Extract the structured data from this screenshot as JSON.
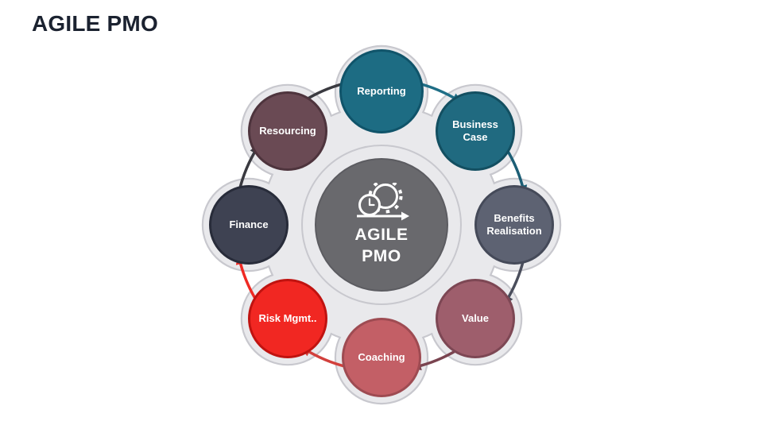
{
  "slide": {
    "title": "AGILE PMO",
    "title_color": "#1b2230",
    "background": "#ffffff"
  },
  "center": {
    "line1": "AGILE",
    "line2": "PMO",
    "icon": "gear-clock-arrow-icon"
  },
  "colors": {
    "scallop_fill": "#e9e9ec",
    "scallop_outline": "#c8c8ce",
    "center_ring_fill": "#e9e9ec",
    "center_ring_outline": "#c8c8ce",
    "center_inner_fill": "#69696d",
    "center_inner_border": "#5c5c61",
    "label_text": "#ffffff"
  },
  "nodes": [
    {
      "id": "reporting",
      "label": "Reporting",
      "color": "#1d6c83",
      "border": "#10546a"
    },
    {
      "id": "business-case",
      "label": "Business Case",
      "color": "#206a80",
      "border": "#134f61"
    },
    {
      "id": "benefits-realisation",
      "label": "Benefits Realisation",
      "color": "#5d6272",
      "border": "#454a59"
    },
    {
      "id": "value",
      "label": "Value",
      "color": "#9e5e6c",
      "border": "#7d4754"
    },
    {
      "id": "coaching",
      "label": "Coaching",
      "color": "#c35f66",
      "border": "#9e4b52"
    },
    {
      "id": "risk-mgmt",
      "label": "Risk Mgmt..",
      "color": "#f12722",
      "border": "#c01310"
    },
    {
      "id": "finance",
      "label": "Finance",
      "color": "#3e4252",
      "border": "#282c3a"
    },
    {
      "id": "resourcing",
      "label": "Resourcing",
      "color": "#6a4a54",
      "border": "#4e343d"
    }
  ],
  "arrows": [
    {
      "from": "reporting",
      "to": "business-case",
      "color": "#1f6e86"
    },
    {
      "from": "business-case",
      "to": "benefits-realisation",
      "color": "#1c5e75"
    },
    {
      "from": "benefits-realisation",
      "to": "value",
      "color": "#4a4e5c"
    },
    {
      "from": "value",
      "to": "coaching",
      "color": "#7a4450"
    },
    {
      "from": "coaching",
      "to": "risk-mgmt",
      "color": "#d2403c"
    },
    {
      "from": "risk-mgmt",
      "to": "finance",
      "color": "#ef2a24"
    },
    {
      "from": "finance",
      "to": "resourcing",
      "color": "#3a3a40"
    },
    {
      "from": "resourcing",
      "to": "reporting",
      "color": "#3a3a40"
    }
  ]
}
